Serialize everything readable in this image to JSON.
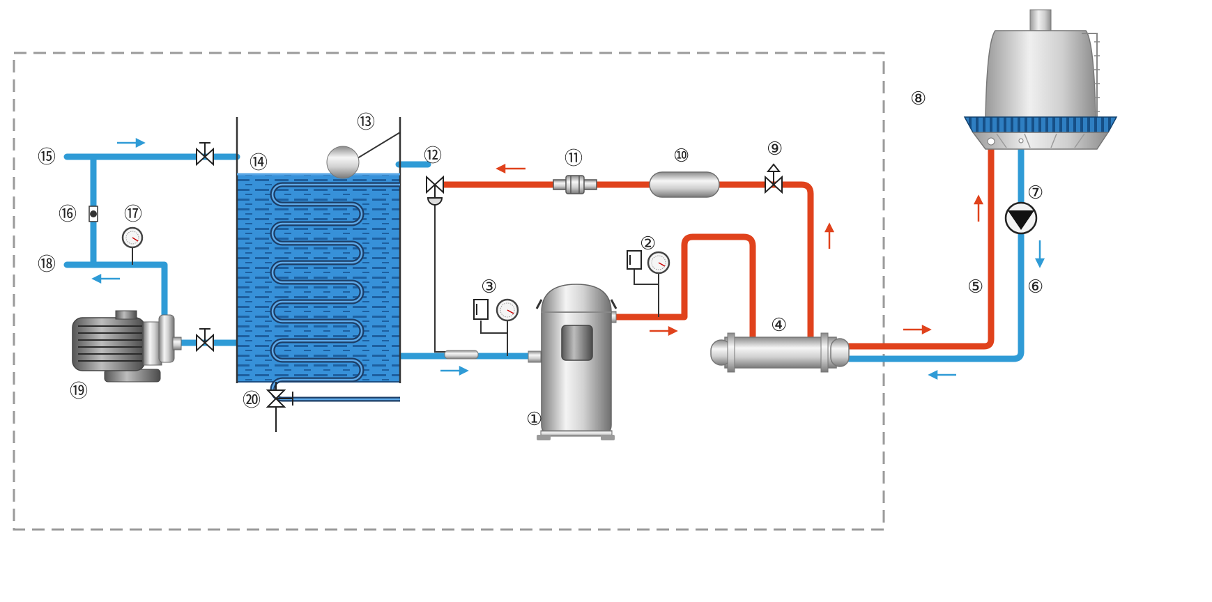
{
  "colors": {
    "hot": "#e0421c",
    "cold": "#2f9bd6",
    "tank_water": "#2f8fd8",
    "frame": "#999999",
    "metal_light": "#f2f2f2",
    "metal_dark": "#8a8a8a",
    "ink": "#222222"
  },
  "labels": {
    "c1": "①",
    "c2": "②",
    "c3": "③",
    "c4": "④",
    "c5": "⑤",
    "c6": "⑥",
    "c7": "⑦",
    "c8": "⑧",
    "c9": "⑨",
    "c10": "⑩",
    "c11": "⑪",
    "c12": "⑫",
    "c13": "⑬",
    "c14": "⑭",
    "c15": "⑮",
    "c16": "⑯",
    "c17": "⑰",
    "c18": "⑱",
    "c19": "⑲",
    "c20": "⑳"
  },
  "icons": {
    "compressor": "compressor-icon",
    "condenser": "shell-tube-condenser-icon",
    "cooling_tower": "cooling-tower-icon",
    "water_pump": "circulation-pump-icon",
    "valve": "valve-icon",
    "receiver": "liquid-receiver-icon",
    "filter": "filter-drier-icon",
    "expansion_valve": "expansion-valve-icon",
    "float_switch": "float-switch-icon",
    "tank": "water-tank-evaporator-icon",
    "gauge": "pressure-gauge-icon",
    "motor_pump": "motor-pump-icon",
    "arrow": "flow-arrow-icon"
  }
}
